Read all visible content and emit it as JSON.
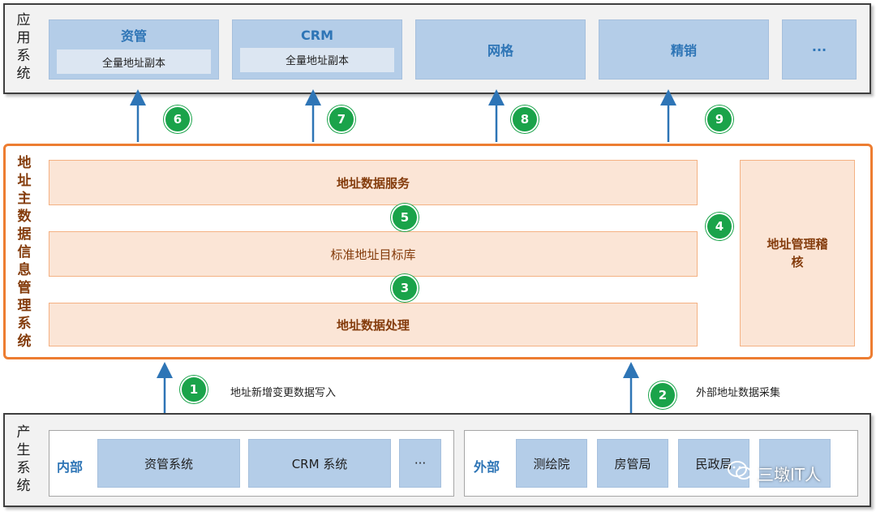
{
  "app_layer": {
    "label": "应用系统",
    "boxes": [
      {
        "title": "资管",
        "sub": "全量地址副本"
      },
      {
        "title": "CRM",
        "sub": "全量地址副本"
      },
      {
        "title": "网格"
      },
      {
        "title": "精销"
      },
      {
        "title": "···"
      }
    ]
  },
  "arrows_up": [
    "6",
    "7",
    "8",
    "9"
  ],
  "mdm": {
    "label": "地址主数据信息管理系统",
    "service": "地址数据服务",
    "target_db": "标准地址目标库",
    "processing": "地址数据处理",
    "audit": "地址管理稽核",
    "step5": "5",
    "step3": "3",
    "step4": "4"
  },
  "flows": {
    "step1": "1",
    "step1_caption": "地址新增变更数据写入",
    "step2": "2",
    "step2_caption": "外部地址数据采集"
  },
  "production_layer": {
    "label": "产生系统",
    "internal": {
      "label": "内部",
      "items": [
        "资管系统",
        "CRM 系统",
        "···"
      ]
    },
    "external": {
      "label": "外部",
      "items": [
        "测绘院",
        "房管局",
        "民政局",
        ""
      ]
    }
  },
  "watermark": "三墩IT人",
  "colors": {
    "accent_orange": "#ed7d31",
    "step_green": "#1aa34a",
    "box_blue": "#b4cde8",
    "arrow_blue": "#2e75b6"
  }
}
